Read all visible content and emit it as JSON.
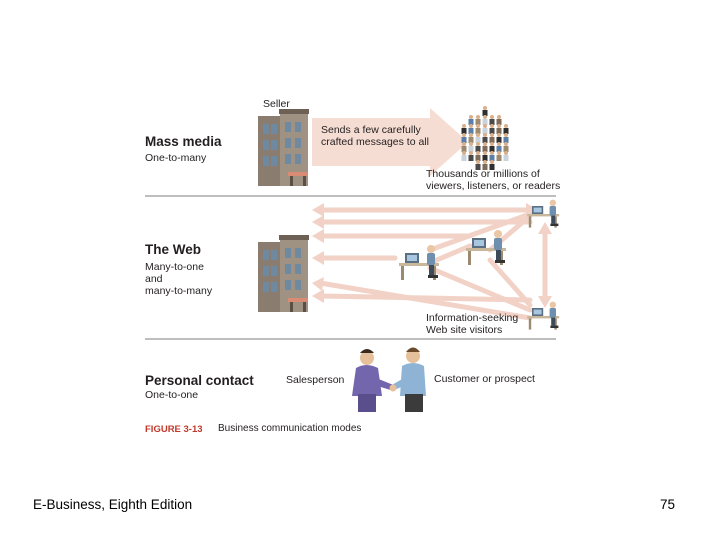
{
  "colors": {
    "arrow_fill": "#f6ddd3",
    "divider": "#7d7d7d",
    "figure_number": "#c0392b",
    "building": "#8a7d70",
    "window": "#6f8aa0"
  },
  "icons": [
    "building-icon",
    "crowd-icon",
    "computer-user-icon",
    "handshake-icon"
  ],
  "mass_media": {
    "title": "Mass media",
    "subtitle": "One-to-many",
    "seller_label": "Seller",
    "message_label": "Sends a few carefully crafted messages to all",
    "message_line1": "Sends a few carefully",
    "message_line2": "crafted messages to all",
    "audience_line1": "Thousands or millions of",
    "audience_line2": "viewers, listeners, or readers"
  },
  "web": {
    "title": "The Web",
    "subtitle_line1": "Many-to-one",
    "subtitle_line2": "and",
    "subtitle_line3": "many-to-many",
    "visitors_line1": "Information-seeking",
    "visitors_line2": "Web site visitors"
  },
  "personal": {
    "title": "Personal contact",
    "subtitle": "One-to-one",
    "salesperson_label": "Salesperson",
    "customer_label": "Customer or prospect"
  },
  "figure": {
    "number": "FIGURE 3-13",
    "caption": "Business communication modes"
  },
  "footer": {
    "book_title": "E-Business, Eighth Edition",
    "page_number": "75"
  }
}
